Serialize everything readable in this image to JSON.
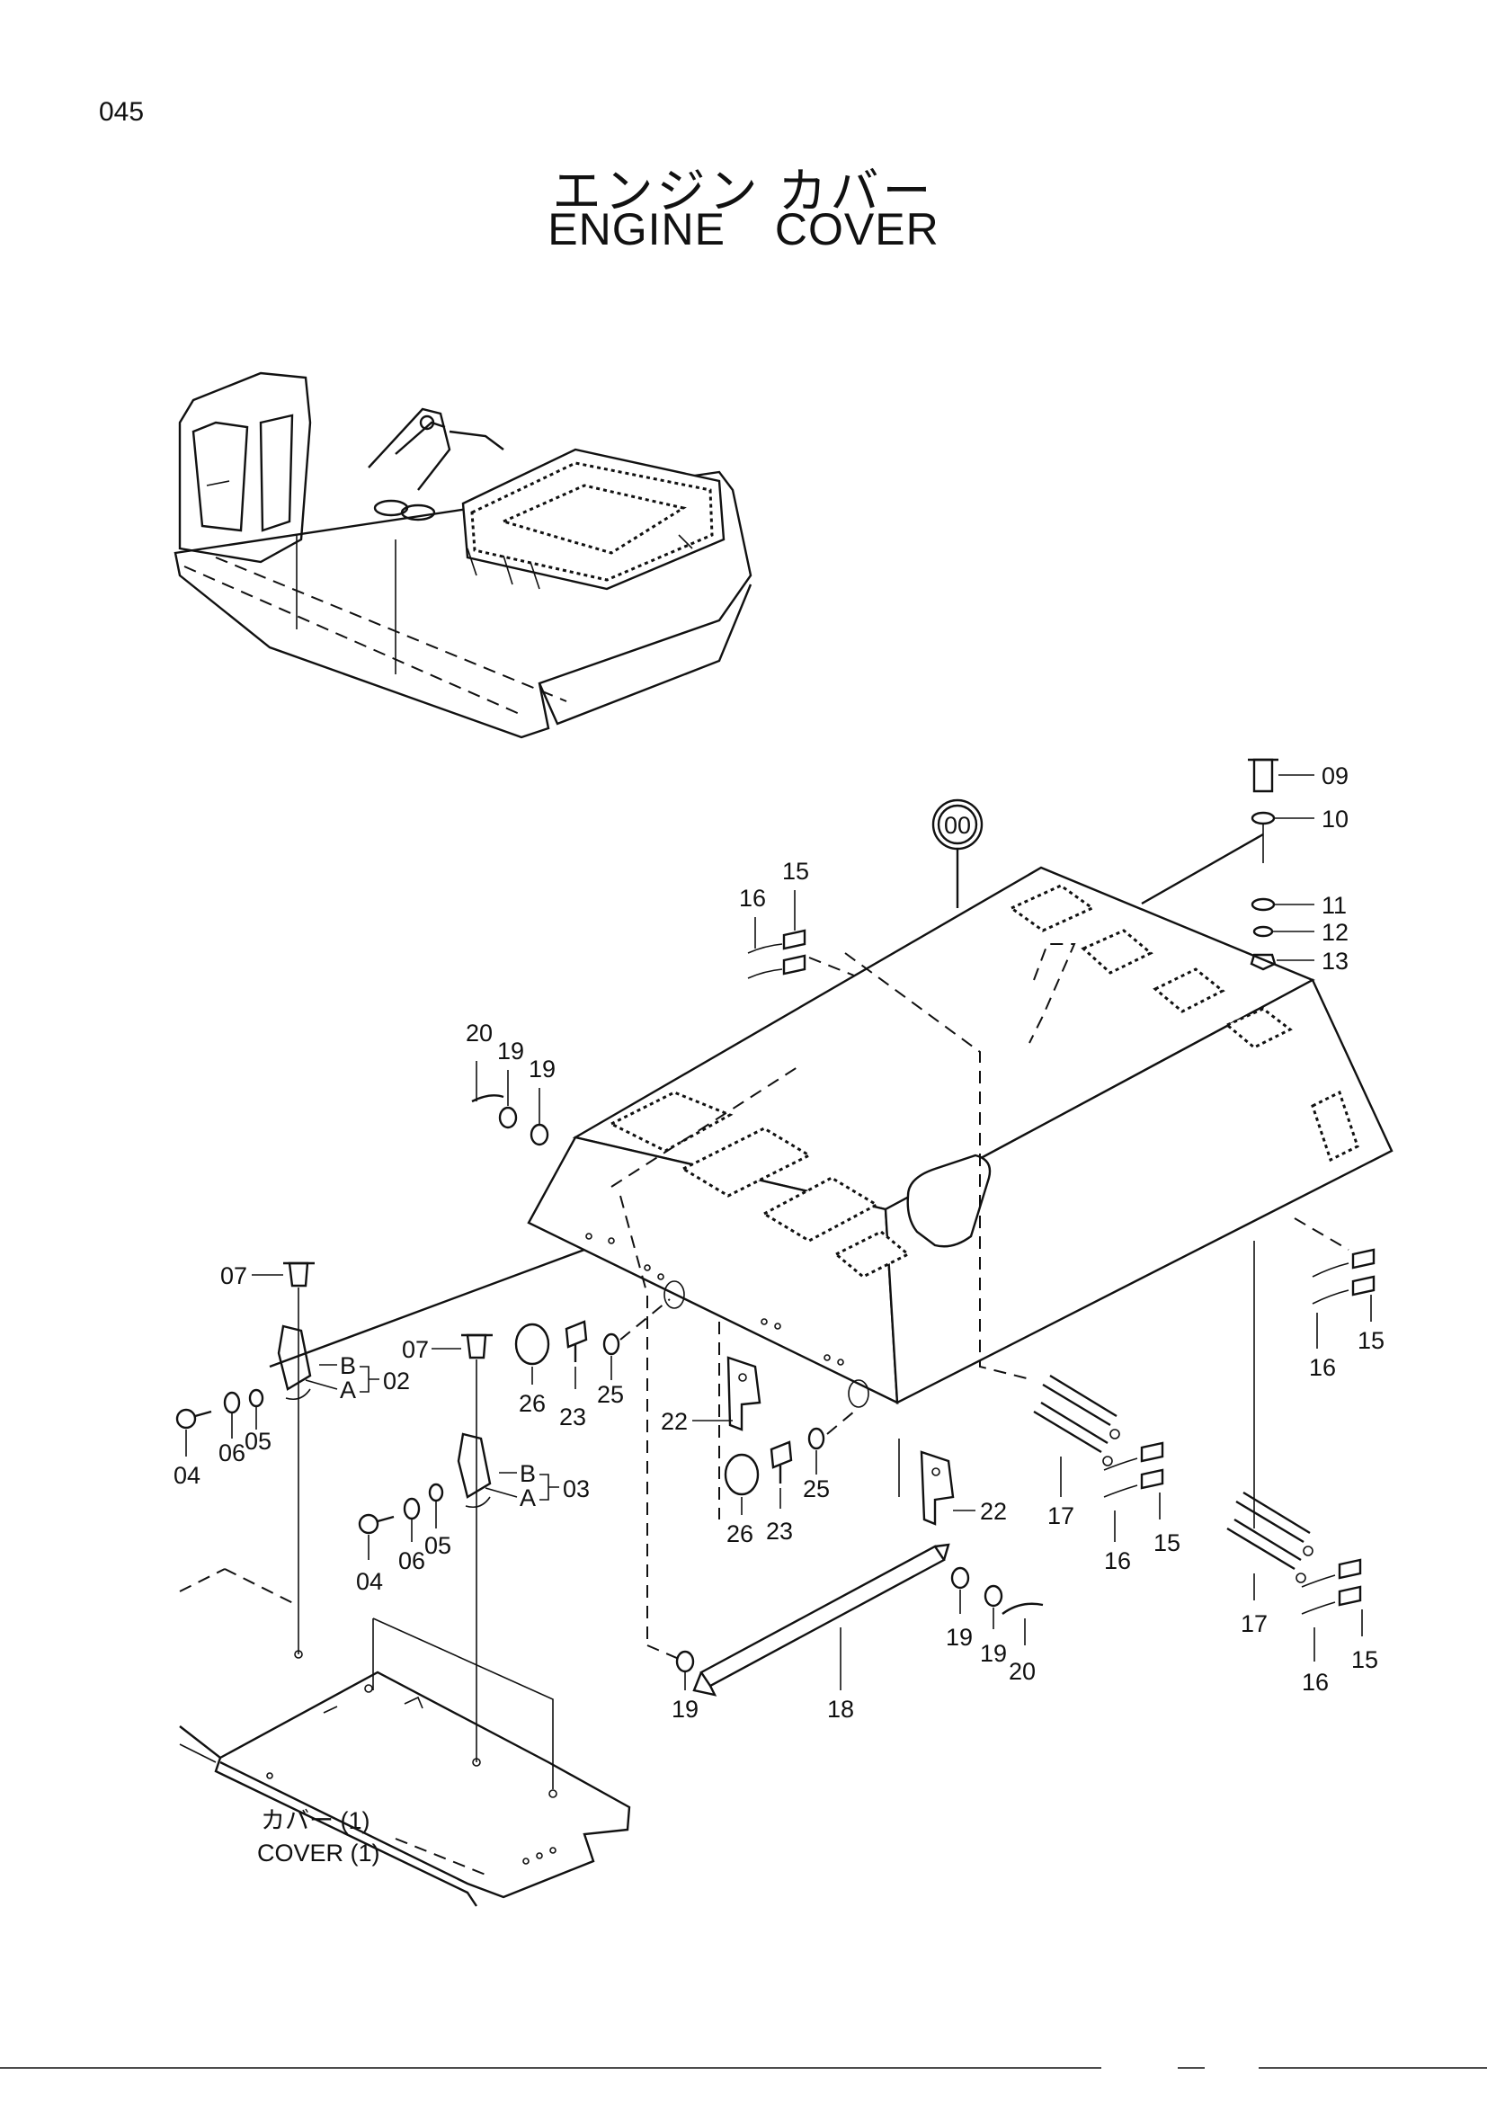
{
  "page_number": "045",
  "title_ja": "エンジン カバー",
  "title_en": "ENGINE COVER",
  "assembly_callout": "00",
  "callouts": {
    "c09": "09",
    "c10": "10",
    "c11": "11",
    "c12": "12",
    "c13": "13",
    "c15a": "15",
    "c16a": "16",
    "c20a": "20",
    "c19a": "19",
    "c19b": "19",
    "c07a": "07",
    "c02": "02",
    "c02b": "B",
    "c02a": "A",
    "c04a": "04",
    "c06a": "06",
    "c05a": "05",
    "c07b": "07",
    "c26a": "26",
    "c23a": "23",
    "c25a": "25",
    "c22a": "22",
    "c03": "03",
    "c03b": "B",
    "c03a": "A",
    "c04b": "04",
    "c06b": "06",
    "c05b": "05",
    "c26b": "26",
    "c23b": "23",
    "c25b": "25",
    "c22b": "22",
    "c16b": "16",
    "c15b": "15",
    "c17a": "17",
    "c16c": "16",
    "c15c": "15",
    "c17b": "17",
    "c16d": "16",
    "c15d": "15",
    "c19c": "19",
    "c19d": "19",
    "c20b": "20",
    "c19e": "19",
    "c18": "18"
  },
  "cover_note_ja": "カバー (1)",
  "cover_note_en": "COVER (1)"
}
